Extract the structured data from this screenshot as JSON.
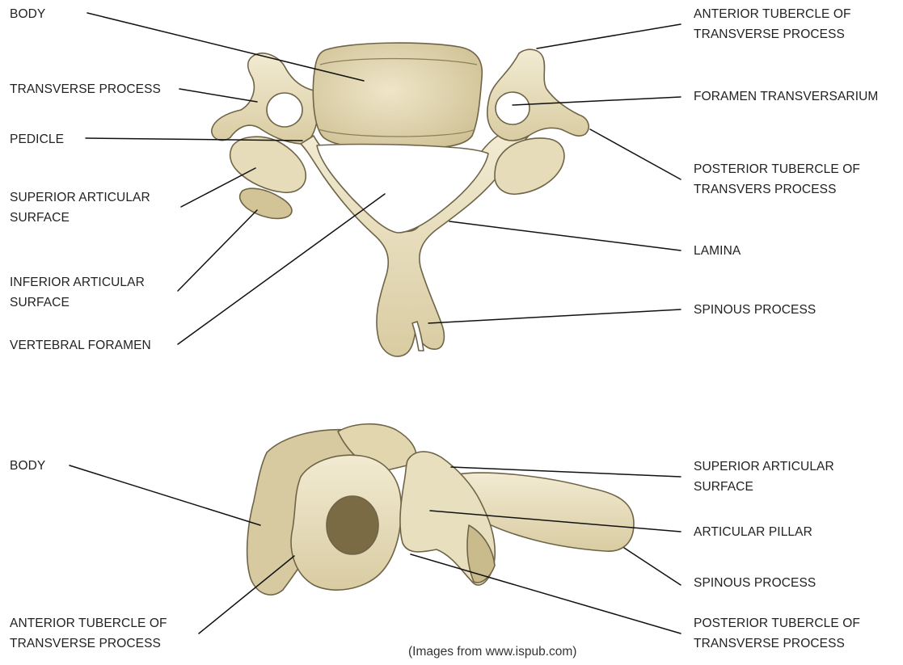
{
  "top_view": {
    "body": "BODY",
    "transverse_process": "TRANSVERSE PROCESS",
    "pedicle": "PEDICLE",
    "superior_articular_surface": [
      "SUPERIOR ARTICULAR",
      "SURFACE"
    ],
    "inferior_articular_surface": [
      "INFERIOR ARTICULAR",
      "SURFACE"
    ],
    "vertebral_foramen": "VERTEBRAL FORAMEN",
    "anterior_tubercle": [
      "ANTERIOR TUBERCLE OF",
      "TRANSVERSE PROCESS"
    ],
    "foramen_transversarium": "FORAMEN TRANSVERSARIUM",
    "posterior_tubercle": [
      "POSTERIOR TUBERCLE OF",
      "TRANSVERS PROCESS"
    ],
    "lamina": "LAMINA",
    "spinous_process": "SPINOUS PROCESS"
  },
  "side_view": {
    "body": "BODY",
    "anterior_tubercle": [
      "ANTERIOR TUBERCLE OF",
      "TRANSVERSE PROCESS"
    ],
    "superior_articular_surface": [
      "SUPERIOR ARTICULAR",
      "SURFACE"
    ],
    "articular_pillar": "ARTICULAR PILLAR",
    "spinous_process": "SPINOUS PROCESS",
    "posterior_tubercle": [
      "POSTERIOR TUBERCLE OF",
      "TRANSVERSE PROCESS"
    ]
  },
  "credit": "(Images from www.ispub.com)",
  "colors": {
    "bone": "#e9e0c0",
    "bone_shadow": "#b8a97c",
    "bone_outline": "#6f6448",
    "line": "#111111"
  }
}
